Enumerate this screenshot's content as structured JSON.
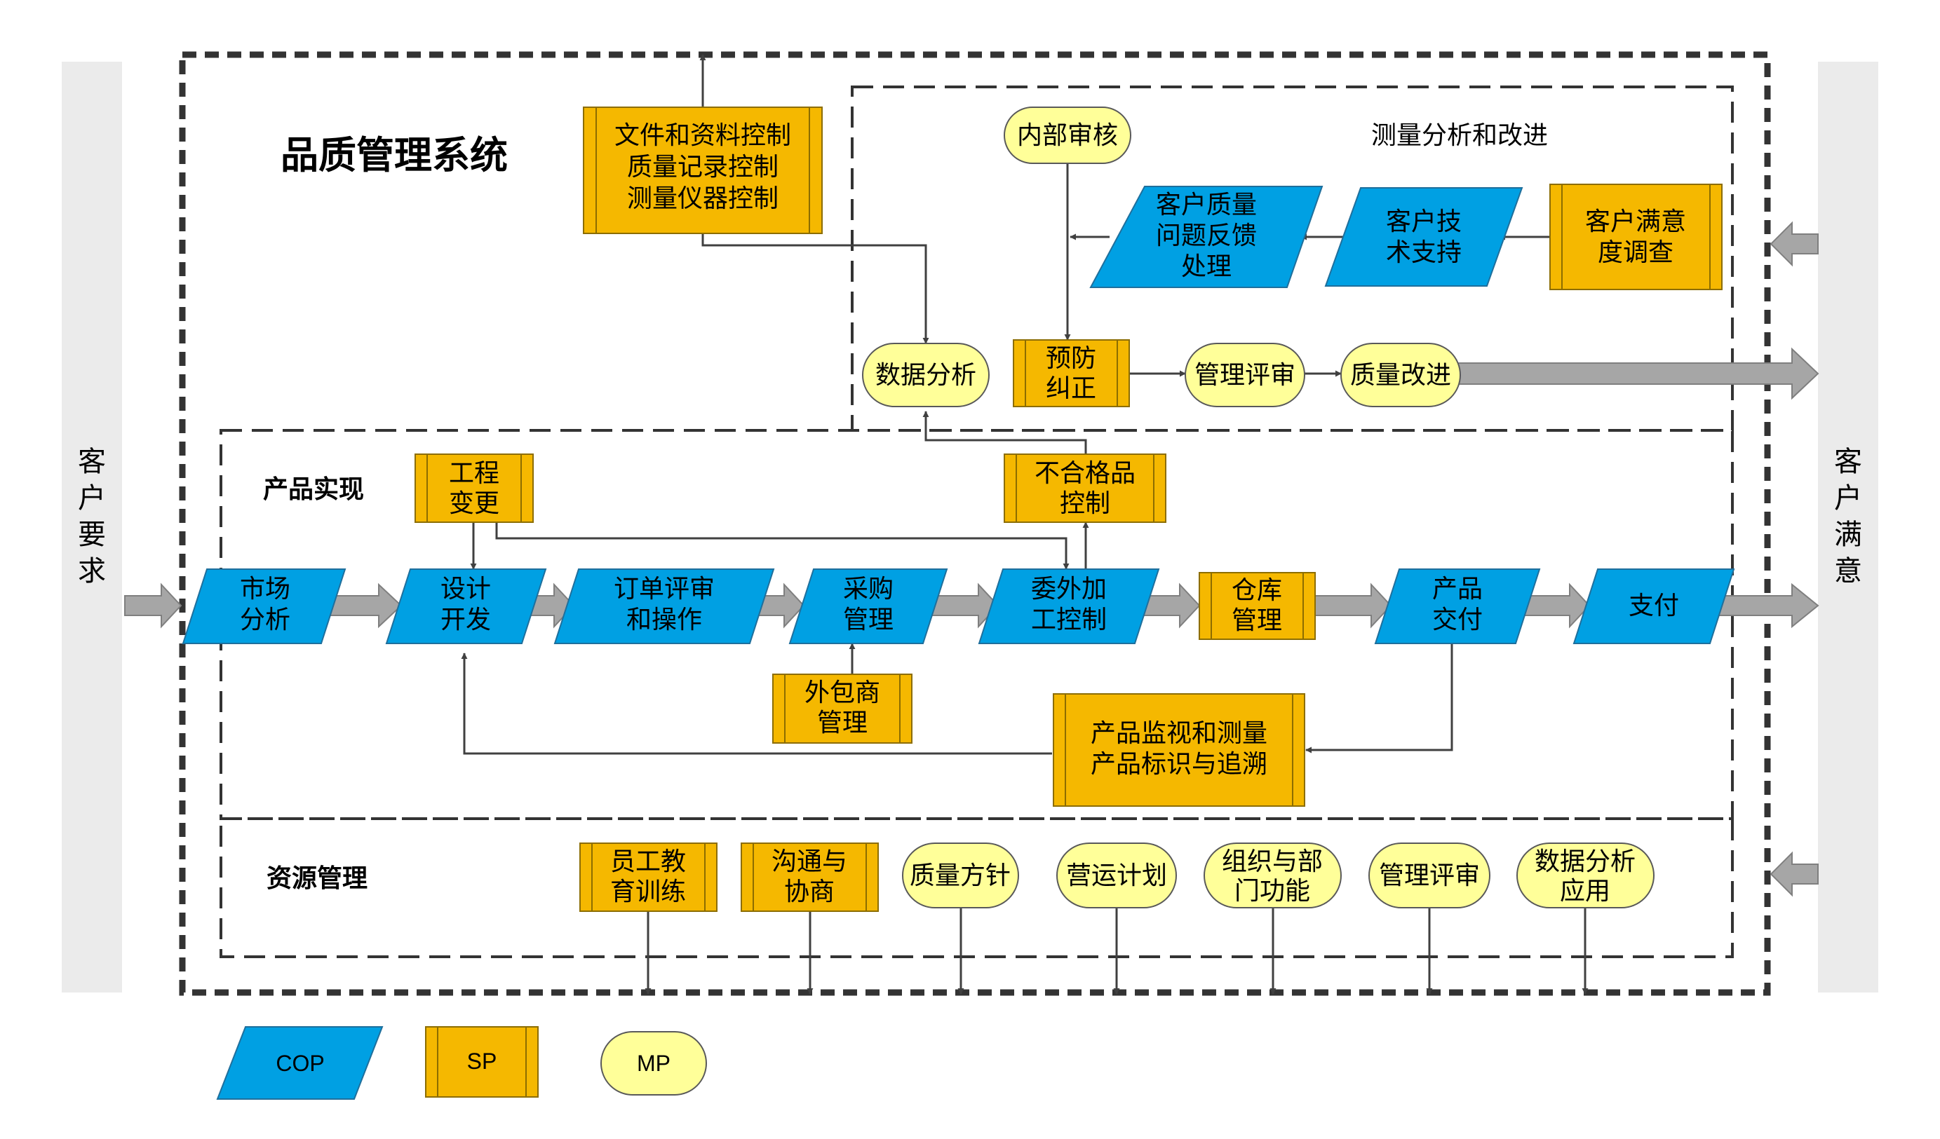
{
  "left_side_label": [
    "客",
    "户",
    "要",
    "求"
  ],
  "right_side_label": [
    "客",
    "户",
    "满",
    "意"
  ],
  "main_title": "品质管理系统",
  "sections": {
    "measurement": "测量分析和改进",
    "product": "产品实现",
    "resource": "资源管理"
  },
  "nodes": {
    "doc_control": [
      "文件和资料控制",
      "质量记录控制",
      "测量仪器控制"
    ],
    "internal_audit": "内部审核",
    "complaint": [
      "客户质量",
      "问题反馈",
      "处理"
    ],
    "tech_support": [
      "客户技",
      "术支持"
    ],
    "satisfaction": [
      "客户满意",
      "度调查"
    ],
    "data_analysis": "数据分析",
    "corrective": [
      "预防",
      "纠正"
    ],
    "mgmt_review_top": "管理评审",
    "quality_improve": "质量改进",
    "eng_change": [
      "工程",
      "变更"
    ],
    "nonconform": [
      "不合格品",
      "控制"
    ],
    "market": [
      "市场",
      "分析"
    ],
    "design": [
      "设计",
      "开发"
    ],
    "order": [
      "订单评审",
      "和操作"
    ],
    "purchase": [
      "采购",
      "管理"
    ],
    "outsource": [
      "委外加",
      "工控制"
    ],
    "warehouse": [
      "仓库",
      "管理"
    ],
    "delivery": [
      "产品",
      "交付"
    ],
    "payment": "支付",
    "subcontract": [
      "外包商",
      "管理"
    ],
    "monitoring": [
      "产品监视和测量",
      "产品标识与追溯"
    ],
    "training": [
      "员工教",
      "育训练"
    ],
    "communication": [
      "沟通与",
      "协商"
    ],
    "policy": "质量方针",
    "ops_plan": "营运计划",
    "org_function": [
      "组织与部",
      "门功能"
    ],
    "mgmt_review_bottom": "管理评审",
    "data_app": [
      "数据分析",
      "应用"
    ]
  },
  "legend": {
    "cop": "COP",
    "sp": "SP",
    "mp": "MP"
  },
  "colors": {
    "cop_fill": "#00a0e3",
    "sp_fill": "#f5b800",
    "mp_fill": "#ffff99",
    "side_bar": "#ebebeb",
    "arrow_gray": "#a6a6a6"
  }
}
